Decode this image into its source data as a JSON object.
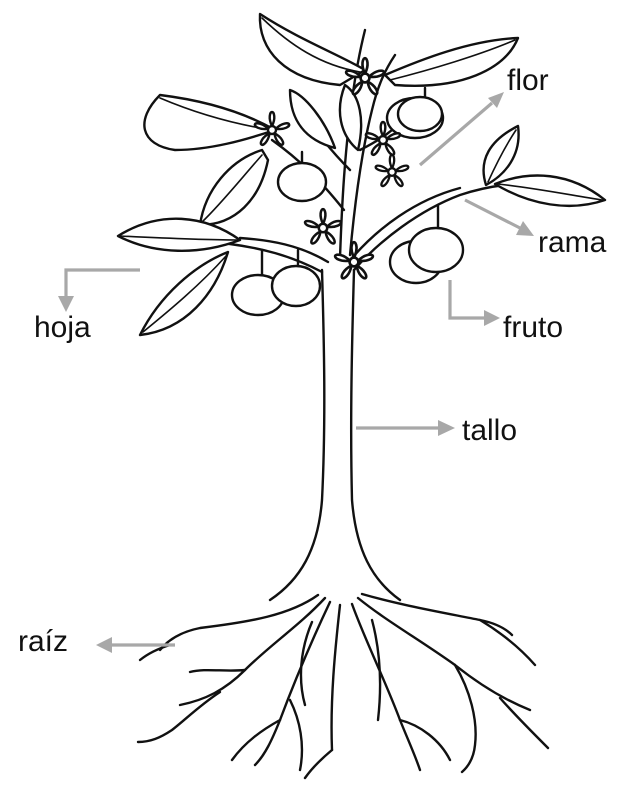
{
  "diagram": {
    "labels": {
      "flor": "flor",
      "rama": "rama",
      "hoja": "hoja",
      "fruto": "fruto",
      "tallo": "tallo",
      "raiz": "raíz"
    },
    "colors": {
      "ink": "#111111",
      "arrow": "#a8a8a8",
      "background": "#ffffff"
    }
  }
}
